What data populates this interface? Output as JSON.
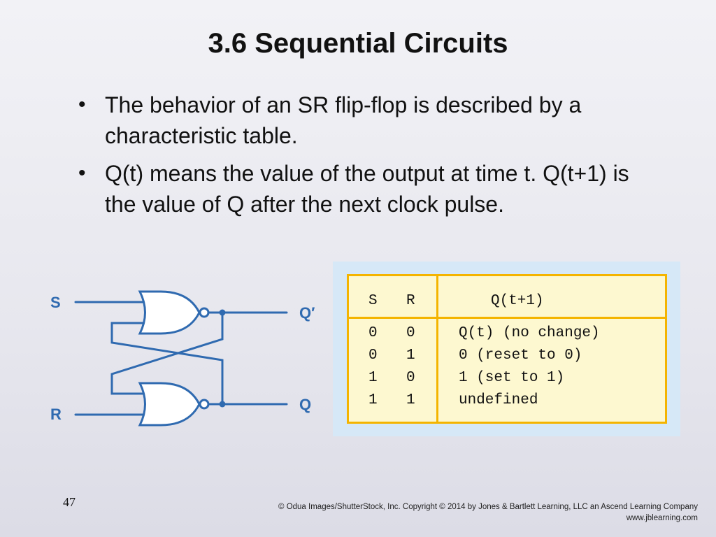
{
  "slide": {
    "title": "3.6 Sequential Circuits",
    "bullets": [
      "The behavior of an SR flip-flop is described by a characteristic table.",
      "Q(t) means the value of the output at time t. Q(t+1) is the value of Q after the next clock pulse."
    ],
    "bullet_glyph": "•",
    "page_number": "47",
    "copyright_line1": "© Odua Images/ShutterStock, Inc. Copyright © 2014 by Jones & Bartlett Learning, LLC an Ascend Learning Company",
    "copyright_line2": "www.jblearning.com"
  },
  "circuit": {
    "label_s": "S",
    "label_r": "R",
    "label_q_prime": "Q′",
    "label_q": "Q",
    "gate_type": "NOR"
  },
  "table": {
    "headers": {
      "s": "S",
      "r": "R",
      "q": "Q(t+1)"
    },
    "rows": [
      {
        "s": "0",
        "r": "0",
        "q": "Q(t) (no change)"
      },
      {
        "s": "0",
        "r": "1",
        "q": "0 (reset to 0)"
      },
      {
        "s": "1",
        "r": "0",
        "q": "1 (set to 1)"
      },
      {
        "s": "1",
        "r": "1",
        "q": "undefined"
      }
    ]
  },
  "colors": {
    "circuit_blue": "#2f6ab0",
    "table_border": "#f4b400",
    "table_fill": "#fdf8d0",
    "panel_fill": "#d6e8f7"
  }
}
